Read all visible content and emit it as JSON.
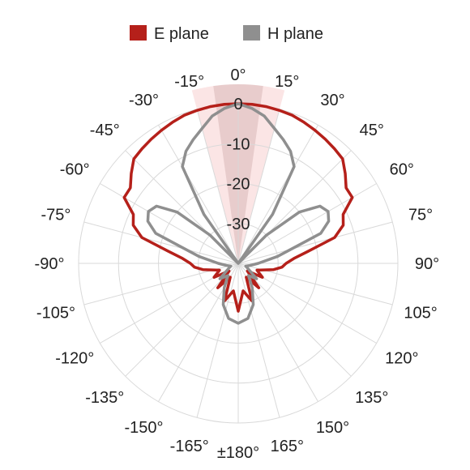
{
  "chart_data": {
    "type": "polar-line",
    "title": "",
    "theta_unit": "degrees",
    "theta_zero": "top",
    "theta_direction": "clockwise",
    "angle_tick_labels": [
      "0°",
      "15°",
      "30°",
      "45°",
      "60°",
      "75°",
      "90°",
      "105°",
      "120°",
      "135°",
      "150°",
      "165°",
      "±180°",
      "-165°",
      "-150°",
      "-135°",
      "-120°",
      "-105°",
      "-90°",
      "-75°",
      "-60°",
      "-45°",
      "-30°",
      "-15°"
    ],
    "angle_tick_values": [
      0,
      15,
      30,
      45,
      60,
      75,
      90,
      105,
      120,
      135,
      150,
      165,
      180,
      -165,
      -150,
      -135,
      -120,
      -105,
      -90,
      -75,
      -60,
      -45,
      -30,
      -15
    ],
    "radial_ticks": [
      0,
      -10,
      -20,
      -30
    ],
    "radial_tick_labels": [
      "0",
      "-10",
      "-20",
      "-30"
    ],
    "rlim": [
      -40,
      0
    ],
    "grid": true,
    "legend_position": "top",
    "highlights": [
      {
        "theta_range": [
          -15,
          15
        ],
        "color": "#f8d0d0"
      },
      {
        "theta_range": [
          -8,
          8
        ],
        "color": "#d9b8b8"
      }
    ],
    "series": [
      {
        "name": "E plane",
        "color": "#b5201a",
        "theta": [
          -180,
          -170,
          -160,
          -150,
          -140,
          -130,
          -120,
          -110,
          -100,
          -95,
          -90,
          -85,
          -80,
          -75,
          -70,
          -65,
          -60,
          -55,
          -50,
          -45,
          -40,
          -35,
          -30,
          -25,
          -20,
          -15,
          -10,
          -5,
          0,
          5,
          10,
          15,
          20,
          25,
          30,
          35,
          40,
          45,
          50,
          55,
          60,
          65,
          70,
          75,
          80,
          85,
          90,
          95,
          100,
          110,
          120,
          130,
          140,
          150,
          160,
          170,
          180
        ],
        "values": [
          -28,
          -33,
          -30,
          -36,
          -32,
          -37,
          -33,
          -35,
          -31,
          -29,
          -28,
          -26,
          -22,
          -15,
          -12,
          -11,
          -7,
          -7,
          -5,
          -3,
          -2.5,
          -2,
          -1.5,
          -1,
          -0.5,
          -0.3,
          -0.1,
          0,
          0,
          0,
          -0.1,
          -0.3,
          -0.5,
          -1,
          -1.5,
          -2,
          -2.5,
          -3,
          -5,
          -7,
          -7,
          -11,
          -12,
          -15,
          -22,
          -26,
          -28,
          -29,
          -31,
          -35,
          -33,
          -37,
          -32,
          -36,
          -30,
          -33,
          -28
        ]
      },
      {
        "name": "H plane",
        "color": "#8f8f8f",
        "theta": [
          -180,
          -170,
          -160,
          -150,
          -140,
          -130,
          -120,
          -110,
          -100,
          -90,
          -80,
          -70,
          -65,
          -60,
          -55,
          -50,
          -45,
          -40,
          -35,
          -30,
          -25,
          -20,
          -15,
          -10,
          -5,
          0,
          5,
          10,
          15,
          20,
          25,
          30,
          35,
          40,
          45,
          50,
          55,
          60,
          65,
          70,
          80,
          90,
          100,
          110,
          120,
          130,
          140,
          150,
          160,
          170,
          180
        ],
        "values": [
          -25,
          -26,
          -29,
          -33,
          -36,
          -34,
          -37,
          -38,
          -37,
          -35,
          -30,
          -18,
          -15,
          -14,
          -15,
          -20,
          -30,
          -40,
          -25,
          -12,
          -9,
          -7,
          -5,
          -2.5,
          -1,
          0,
          -1,
          -2.5,
          -5,
          -7,
          -9,
          -12,
          -25,
          -40,
          -30,
          -20,
          -15,
          -14,
          -15,
          -18,
          -30,
          -35,
          -37,
          -38,
          -37,
          -34,
          -36,
          -33,
          -29,
          -26,
          -25
        ]
      }
    ]
  }
}
